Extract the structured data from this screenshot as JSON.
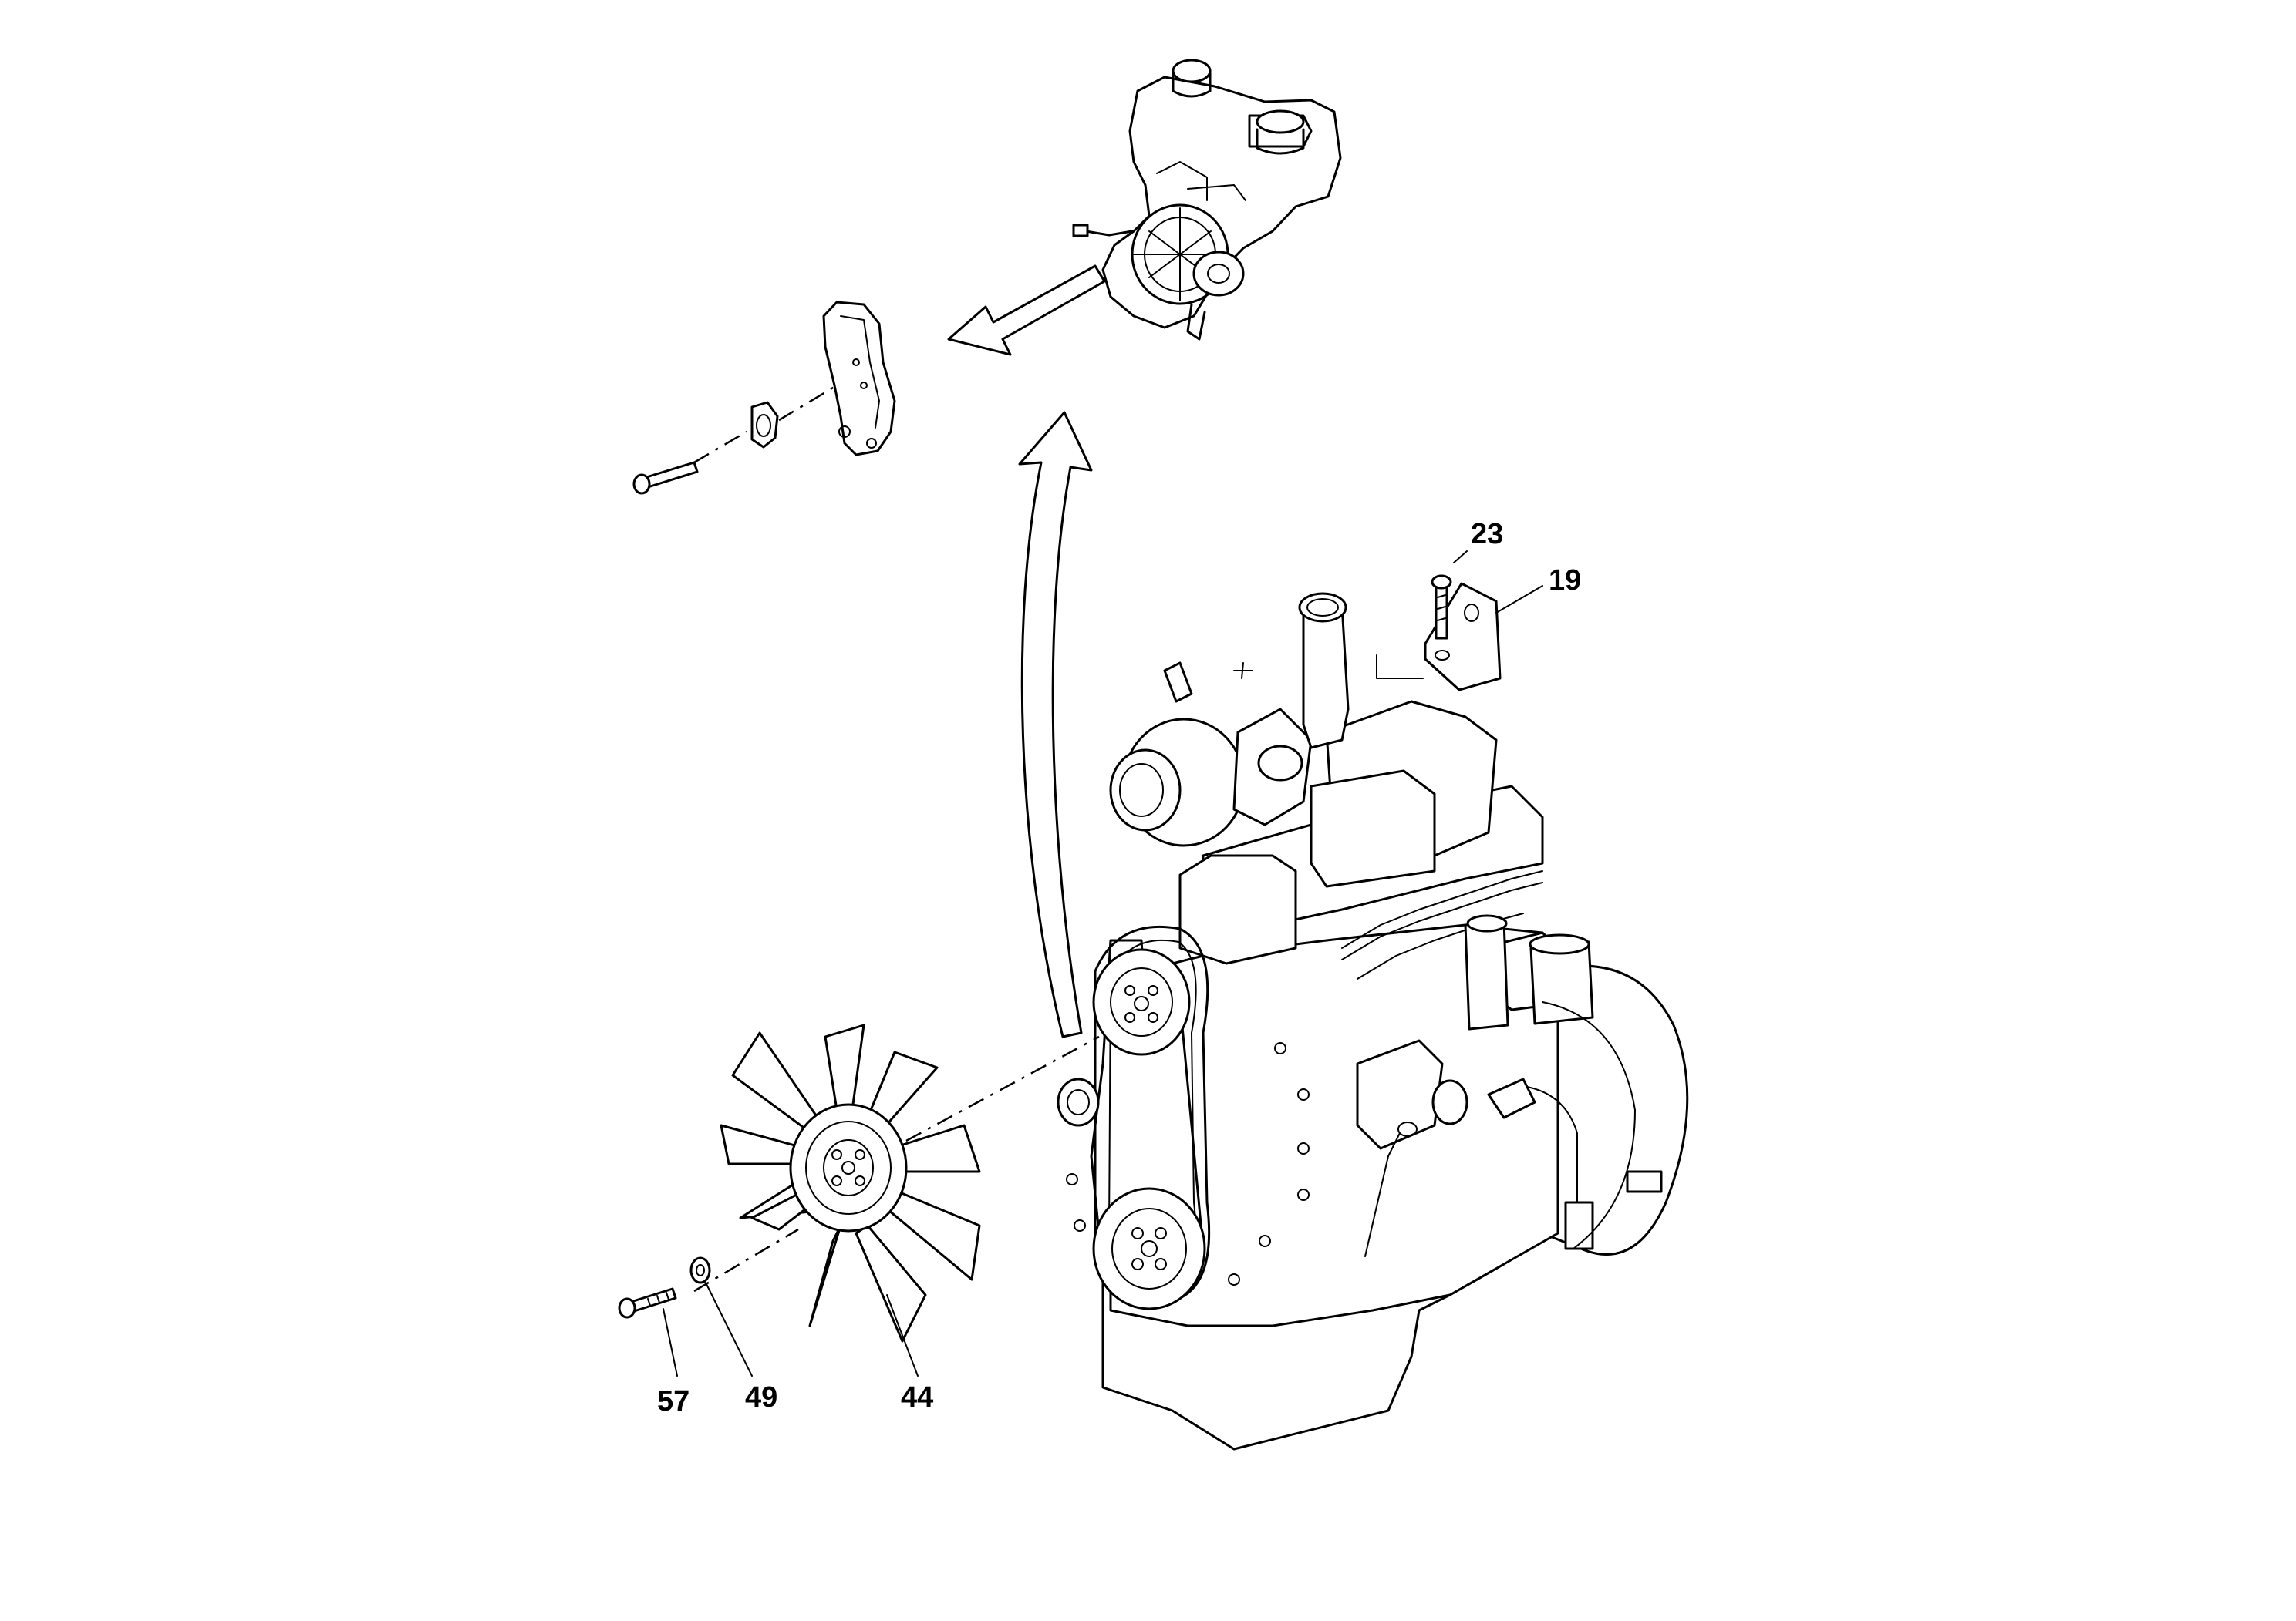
{
  "callouts": {
    "c23": "23",
    "c19": "19",
    "c57": "57",
    "c49": "49",
    "c44": "44"
  },
  "parts": [
    {
      "number": "23",
      "name": "bolt"
    },
    {
      "number": "19",
      "name": "lifting-bracket"
    },
    {
      "number": "57",
      "name": "fan-bolt"
    },
    {
      "number": "49",
      "name": "washer"
    },
    {
      "number": "44",
      "name": "fan"
    }
  ]
}
